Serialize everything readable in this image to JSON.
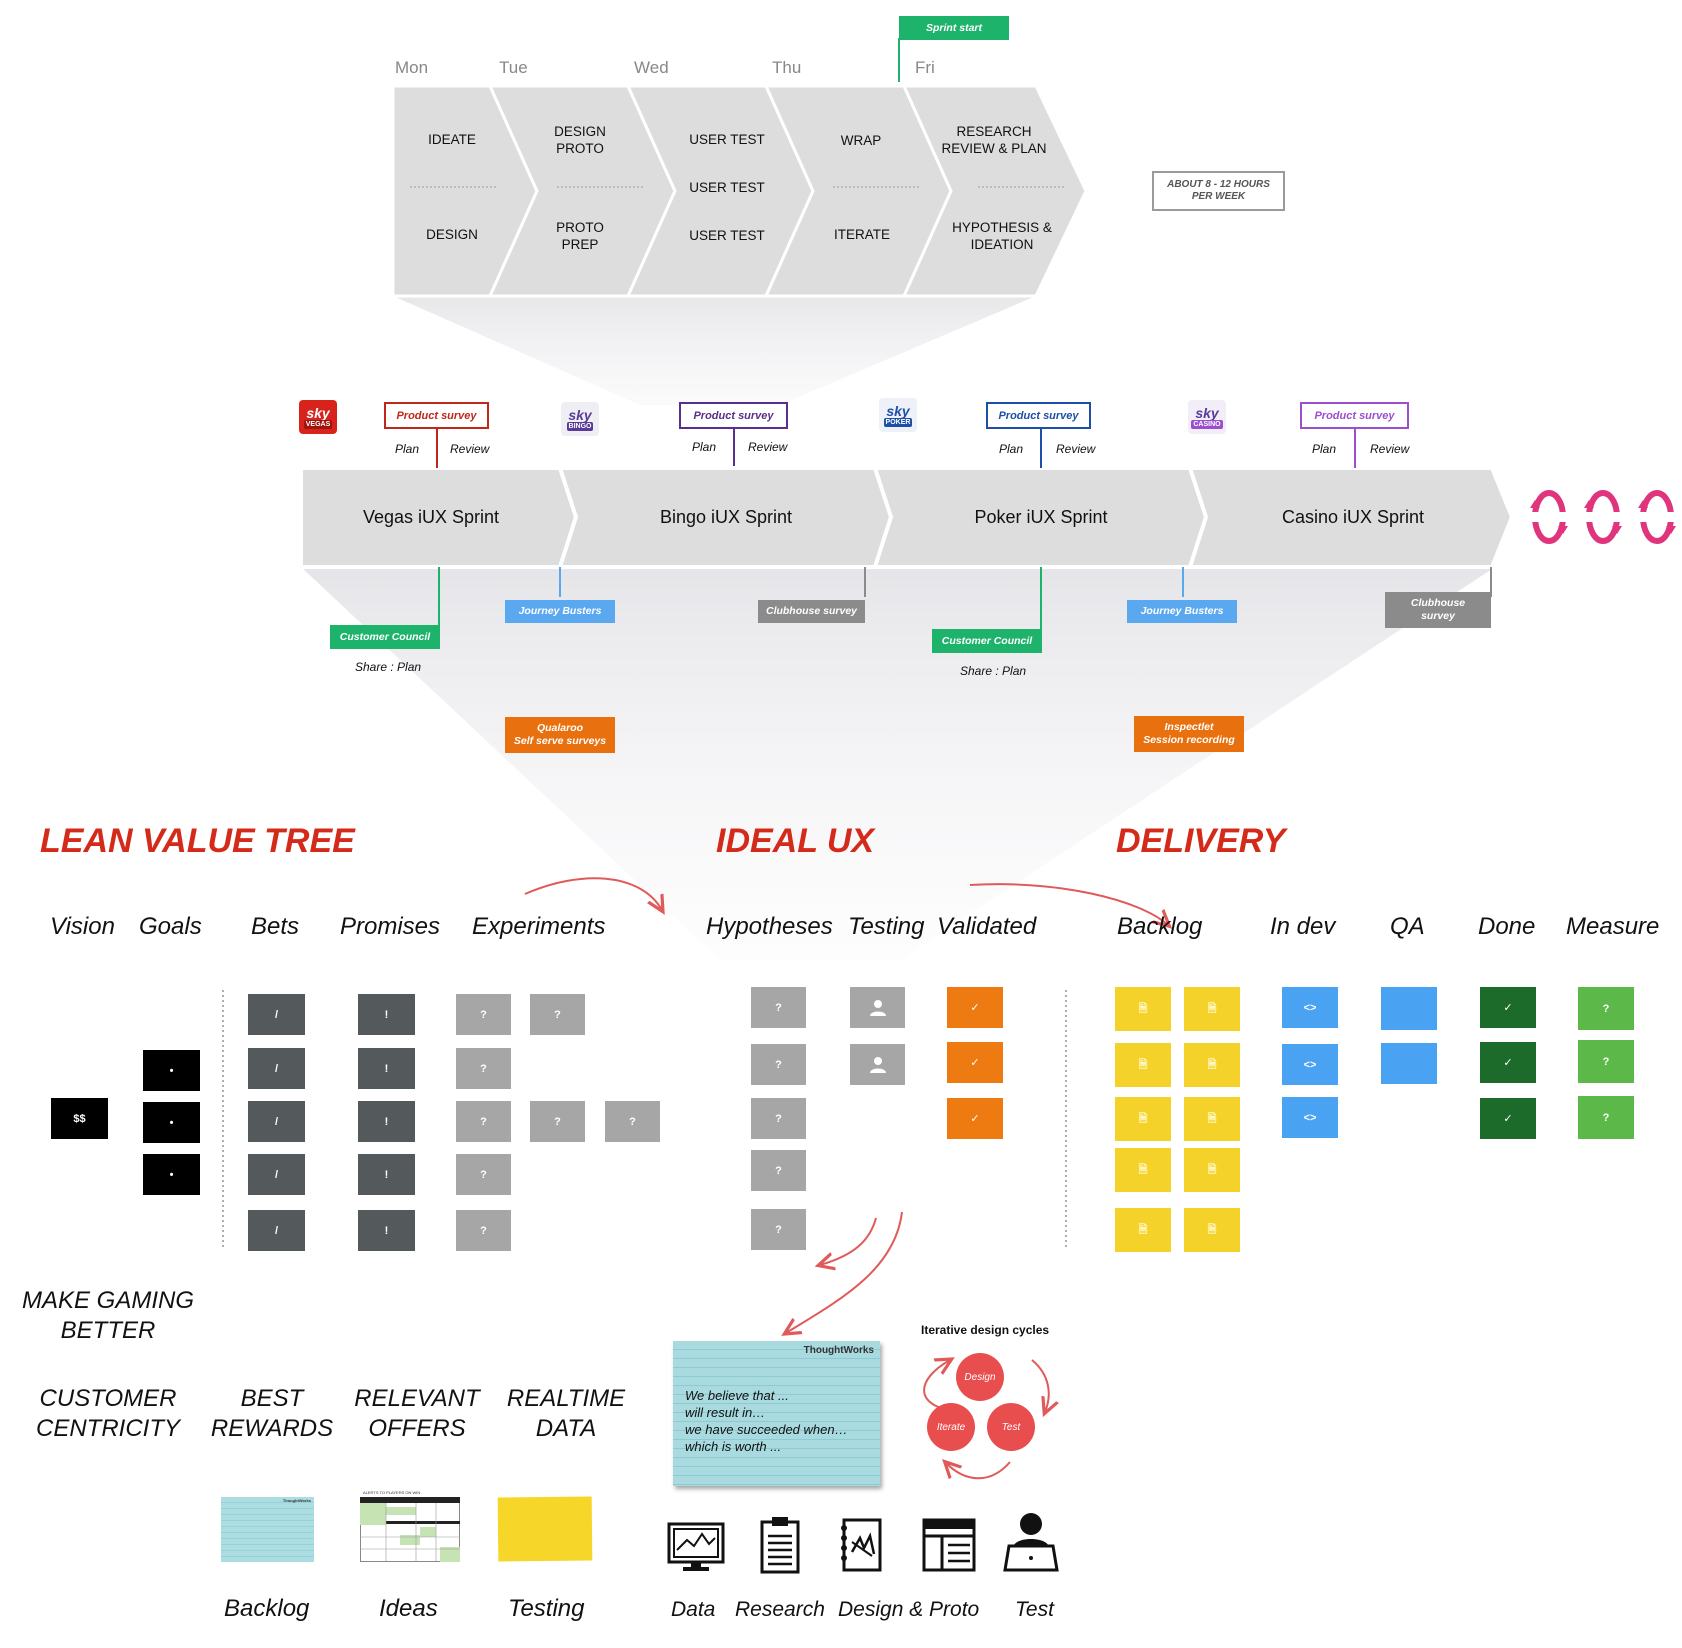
{
  "colors": {
    "chevron": "#dddddd",
    "red": "#d42a1a",
    "green_tag": "#1db36b",
    "blue_tag": "#5aa9f0",
    "grey_tag": "#8b8b8b",
    "orange_tag": "#e8700f",
    "dark_card": "#54595c",
    "grey_card": "#a6a6a6",
    "yellow_card": "#f4d22a",
    "blue_card": "#4aa2f2",
    "green_dark": "#1d6b2a",
    "green_light": "#5cb848",
    "orange_card": "#ee7b12",
    "pink_cycle": "#e0357d"
  },
  "week": {
    "days": [
      "Mon",
      "Tue",
      "Wed",
      "Thu",
      "Fri"
    ],
    "sprint_start": "Sprint start",
    "activities": {
      "mon_top": "IDEATE",
      "mon_bottom": "DESIGN",
      "tue_top": "DESIGN\nPROTO",
      "tue_bottom": "PROTO\nPREP",
      "wed_1": "USER TEST",
      "wed_2": "USER TEST",
      "wed_3": "USER TEST",
      "thu_top": "WRAP",
      "thu_bottom": "ITERATE",
      "fri_top": "RESEARCH\nREVIEW & PLAN",
      "fri_bottom": "HYPOTHESIS &\nIDEATION"
    },
    "hours_note": "ABOUT 8 - 12 HOURS\nPER WEEK"
  },
  "sprints": [
    {
      "label": "Vegas iUX Sprint",
      "logo_sub": "VEGAS",
      "survey": "Product survey",
      "plan": "Plan",
      "review": "Review"
    },
    {
      "label": "Bingo iUX Sprint",
      "logo_sub": "BINGO",
      "survey": "Product survey",
      "plan": "Plan",
      "review": "Review"
    },
    {
      "label": "Poker iUX Sprint",
      "logo_sub": "POKER",
      "survey": "Product survey",
      "plan": "Plan",
      "review": "Review"
    },
    {
      "label": "Casino iUX Sprint",
      "logo_sub": "CASINO",
      "survey": "Product survey",
      "plan": "Plan",
      "review": "Review"
    }
  ],
  "logo_word": "sky",
  "tags": {
    "customer_council_1": "Customer Council",
    "share_plan_1": "Share : Plan",
    "journey_busters_1": "Journey Busters",
    "clubhouse_survey_1": "Clubhouse survey",
    "customer_council_2": "Customer Council",
    "share_plan_2": "Share : Plan",
    "journey_busters_2": "Journey Busters",
    "clubhouse_survey_2": "Clubhouse\nsurvey",
    "qualaroo": "Qualaroo\nSelf serve surveys",
    "inspectlet": "Inspectlet\nSession recording"
  },
  "sections": {
    "lean_value_tree": "LEAN VALUE TREE",
    "ideal_ux": "IDEAL UX",
    "delivery": "DELIVERY"
  },
  "columns": {
    "vision": "Vision",
    "goals": "Goals",
    "bets": "Bets",
    "promises": "Promises",
    "experiments": "Experiments",
    "hypotheses": "Hypotheses",
    "testing": "Testing",
    "validated": "Validated",
    "backlog": "Backlog",
    "in_dev": "In dev",
    "qa": "QA",
    "done": "Done",
    "measure": "Measure"
  },
  "card_glyphs": {
    "vision": "$$",
    "goal": "•",
    "bet": "/",
    "promise": "!",
    "question": "?",
    "check": "✓",
    "code": "<>",
    "doc": "🗎"
  },
  "statements": {
    "vision": "MAKE GAMING\nBETTER",
    "goal_1": "CUSTOMER\nCENTRICITY",
    "goal_2": "BEST\nREWARDS",
    "goal_3": "RELEVANT\nOFFERS",
    "goal_4": "REALTIME\nDATA"
  },
  "hypothesis_card": {
    "brand": "ThoughtWorks",
    "lines": [
      "We believe that ...",
      "will result in…",
      "we have succeeded when…",
      "which is worth ..."
    ]
  },
  "cycles": {
    "title": "Iterative design cycles",
    "design": "Design",
    "iterate": "Iterate",
    "test": "Test"
  },
  "artifacts": {
    "backlog": "Backlog",
    "ideas": "Ideas",
    "testing": "Testing",
    "mini_brand": "ThoughtWorks",
    "mini_sheet_title": "ALERTS TO PLAYERS ON WIN"
  },
  "tools": {
    "data": "Data",
    "research": "Research",
    "design_proto": "Design & Proto",
    "test": "Test"
  }
}
